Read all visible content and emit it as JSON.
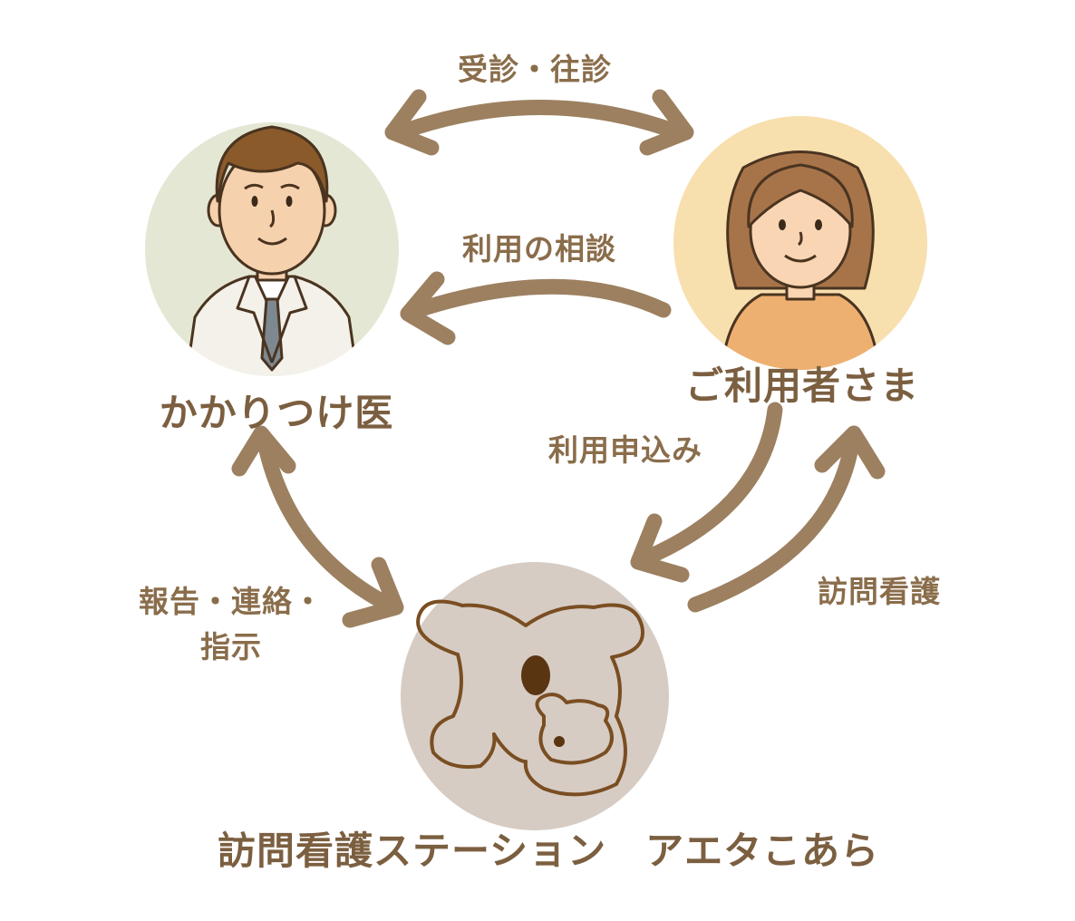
{
  "nodes": {
    "doctor": {
      "label": "かかりつけ医",
      "color": "#e4e7d3"
    },
    "user": {
      "label": "ご利用者さま",
      "color": "#f8dfae"
    },
    "station": {
      "label": "訪問看護ステーション　アエタこあら",
      "color": "#d6ccc4"
    }
  },
  "edges": {
    "visit": "受診・往診",
    "consult": "利用の相談",
    "apply": "利用申込み",
    "nursing": "訪問看護",
    "report_line1": "報告・連絡・",
    "report_line2": "指示"
  },
  "colors": {
    "arrow": "#9c8060",
    "text": "#8a6d4b",
    "koala_line": "#7a4e22"
  }
}
